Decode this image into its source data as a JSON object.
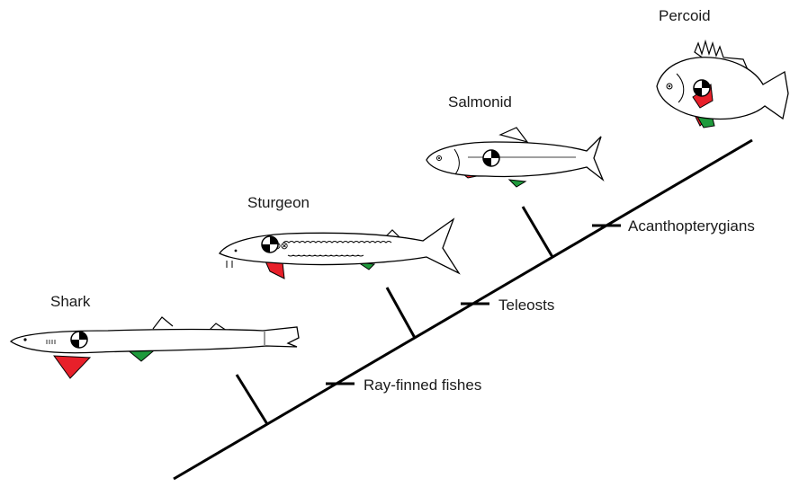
{
  "taxa": {
    "shark": "Shark",
    "sturgeon": "Sturgeon",
    "salmonid": "Salmonid",
    "percoid": "Percoid"
  },
  "clades": {
    "ray_finned": "Ray-finned fishes",
    "teleosts": "Teleosts",
    "acanthopterygians": "Acanthopterygians"
  },
  "colors": {
    "pectoral_fin": "#e8202a",
    "pelvic_fin": "#1f9a3c",
    "outline": "#000000"
  },
  "icons": [
    "center-of-mass-icon"
  ]
}
